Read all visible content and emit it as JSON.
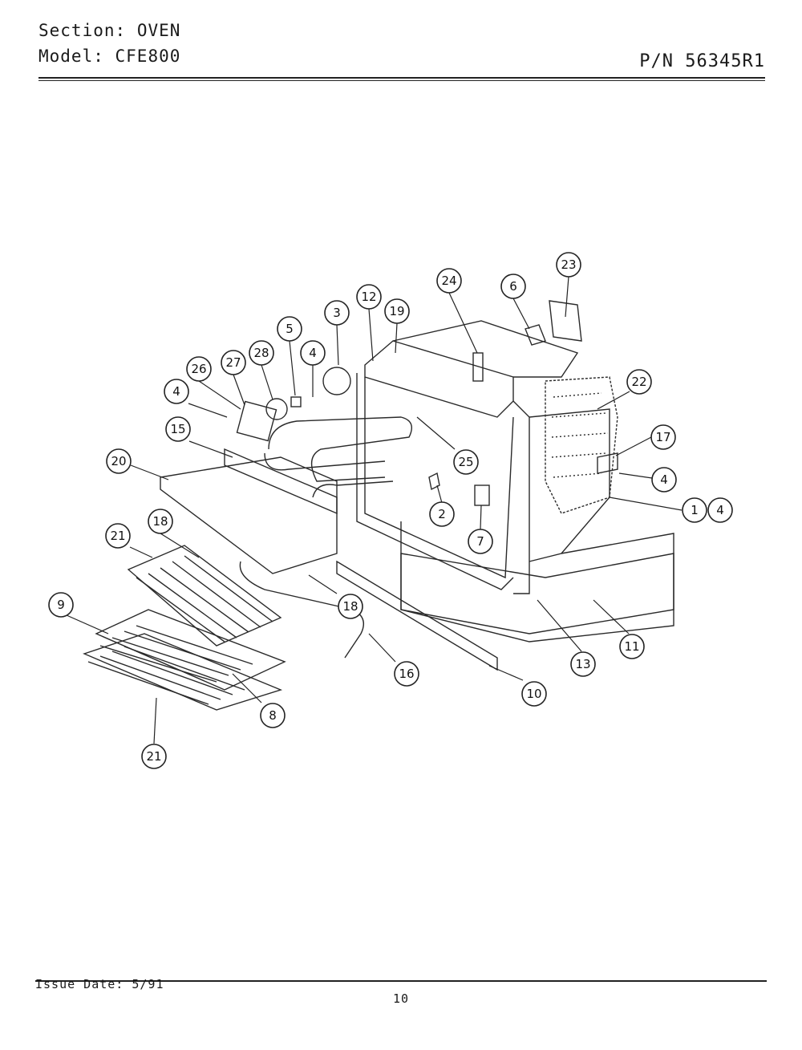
{
  "header": {
    "section_label": "Section:",
    "section_value": "OVEN",
    "model_label": "Model:",
    "model_value": "CFE800",
    "part_number": "P/N 56345R1"
  },
  "footer": {
    "issue_date": "Issue Date: 5/91",
    "page_number": "10"
  },
  "callouts": [
    "23",
    "24",
    "6",
    "3",
    "12",
    "19",
    "5",
    "28",
    "27",
    "4",
    "26",
    "22",
    "4",
    "15",
    "17",
    "4",
    "20",
    "25",
    "1",
    "4",
    "2",
    "7",
    "18",
    "21",
    "18",
    "9",
    "11",
    "16",
    "13",
    "10",
    "8",
    "21"
  ]
}
